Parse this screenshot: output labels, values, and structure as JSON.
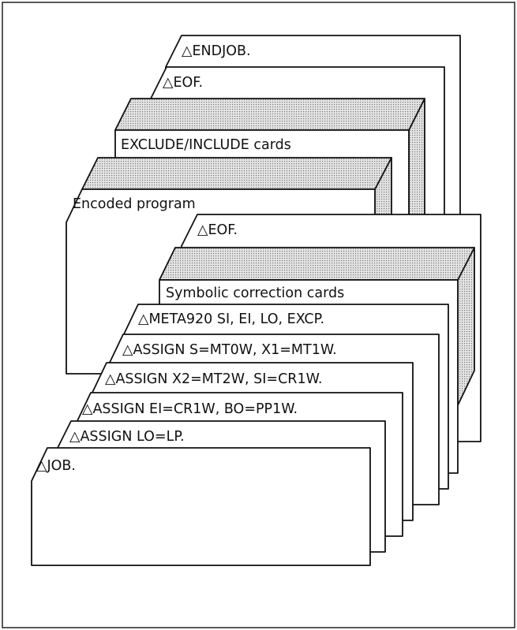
{
  "deck": {
    "endjob": "△ENDJOB.",
    "eof_top": "△EOF.",
    "exclude_include": "EXCLUDE/INCLUDE cards",
    "encoded_program": "Encoded program",
    "eof_mid": "△EOF.",
    "symbolic_corrections": "Symbolic correction cards",
    "meta920": "△META920 SI, EI, LO, EXCP.",
    "assign_s": "△ASSIGN S=MT0W, X1=MT1W.",
    "assign_x2": "△ASSIGN X2=MT2W, SI=CR1W.",
    "assign_ei": "△ASSIGN EI=CR1W, BO=PP1W.",
    "assign_lo": "△ASSIGN LO=LP.",
    "job": "△JOB."
  }
}
